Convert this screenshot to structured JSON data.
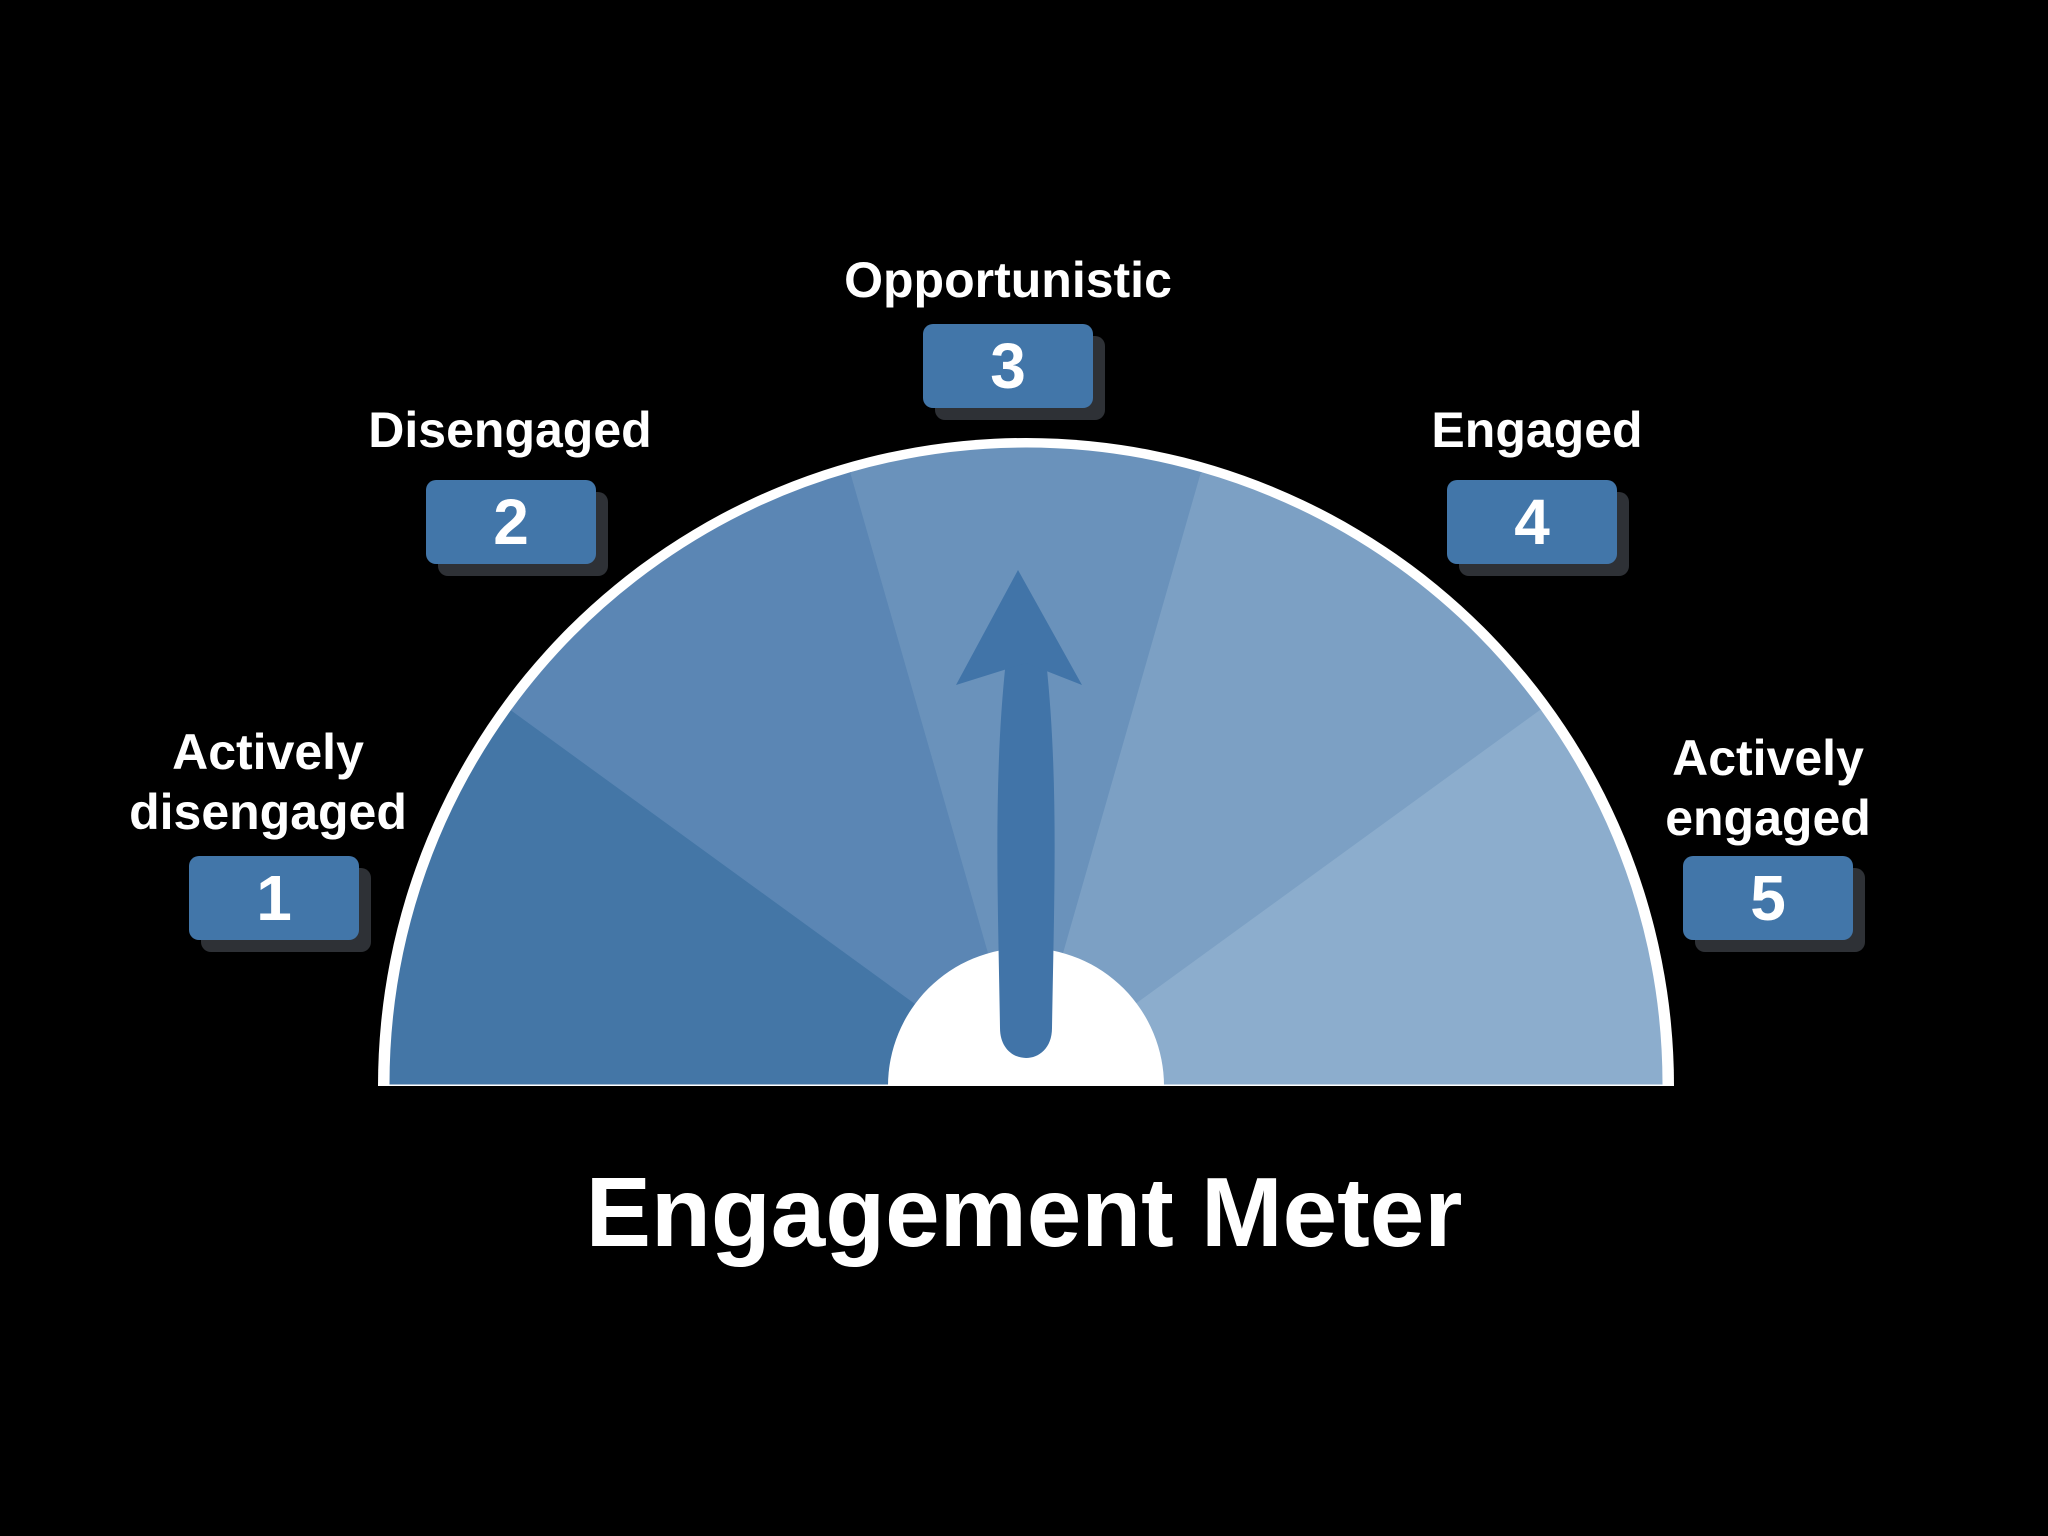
{
  "title": "Engagement Meter",
  "needle_level": 3,
  "colors": {
    "background": "#000000",
    "rim": "#ffffff",
    "badge": "#4276a9",
    "badge_shadow": "#2e3136",
    "needle": "#4174a8",
    "hub": "#ffffff"
  },
  "levels": [
    {
      "number": "1",
      "label_lines": [
        "Actively",
        "disengaged"
      ],
      "color": "#4476a6"
    },
    {
      "number": "2",
      "label_lines": [
        "Disengaged"
      ],
      "color": "#5b86b4"
    },
    {
      "number": "3",
      "label_lines": [
        "Opportunistic"
      ],
      "color": "#6a92bb"
    },
    {
      "number": "4",
      "label_lines": [
        "Engaged"
      ],
      "color": "#7ca0c4"
    },
    {
      "number": "5",
      "label_lines": [
        "Actively",
        "engaged"
      ],
      "color": "#8cadcd"
    }
  ]
}
